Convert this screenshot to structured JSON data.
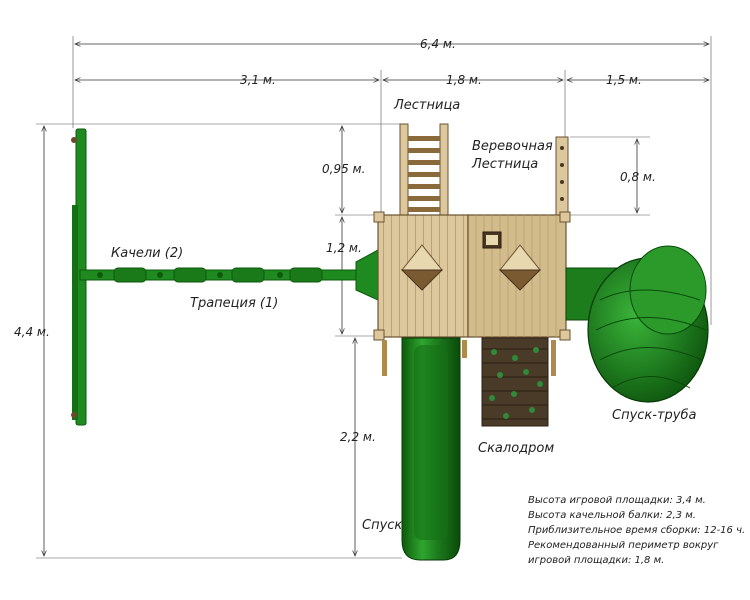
{
  "dimensions": {
    "total_width": "6,4 м.",
    "left_width": "3,1 м.",
    "middle_width": "1,8 м.",
    "right_width": "1,5 м.",
    "total_height": "4,4 м.",
    "ladder_length": "0,95 м.",
    "deck_height": "1,2 м.",
    "rope_ladder_length": "0,8 м.",
    "slide_length": "2,2 м."
  },
  "labels": {
    "ladder": "Лестница",
    "rope_ladder_1": "Веревочная",
    "rope_ladder_2": "Лестница",
    "swings": "Качели (2)",
    "trapeze": "Трапеция (1)",
    "tube_slide": "Спуск-труба",
    "climbing_wall": "Скалодром",
    "slide": "Спуск"
  },
  "notes": [
    "Высота игровой площадки: 3,4 м.",
    "Высота качельной балки: 2,3 м.",
    "Приблизительное время сборки: 12-16 ч.",
    "Рекомендованный периметр вокруг",
    "игровой площадки: 1,8 м."
  ],
  "colors": {
    "green": "#1f8a1f",
    "dark_green": "#0d5a0d",
    "wood": "#dcc89c",
    "wood_dark": "#8a6a3a"
  }
}
